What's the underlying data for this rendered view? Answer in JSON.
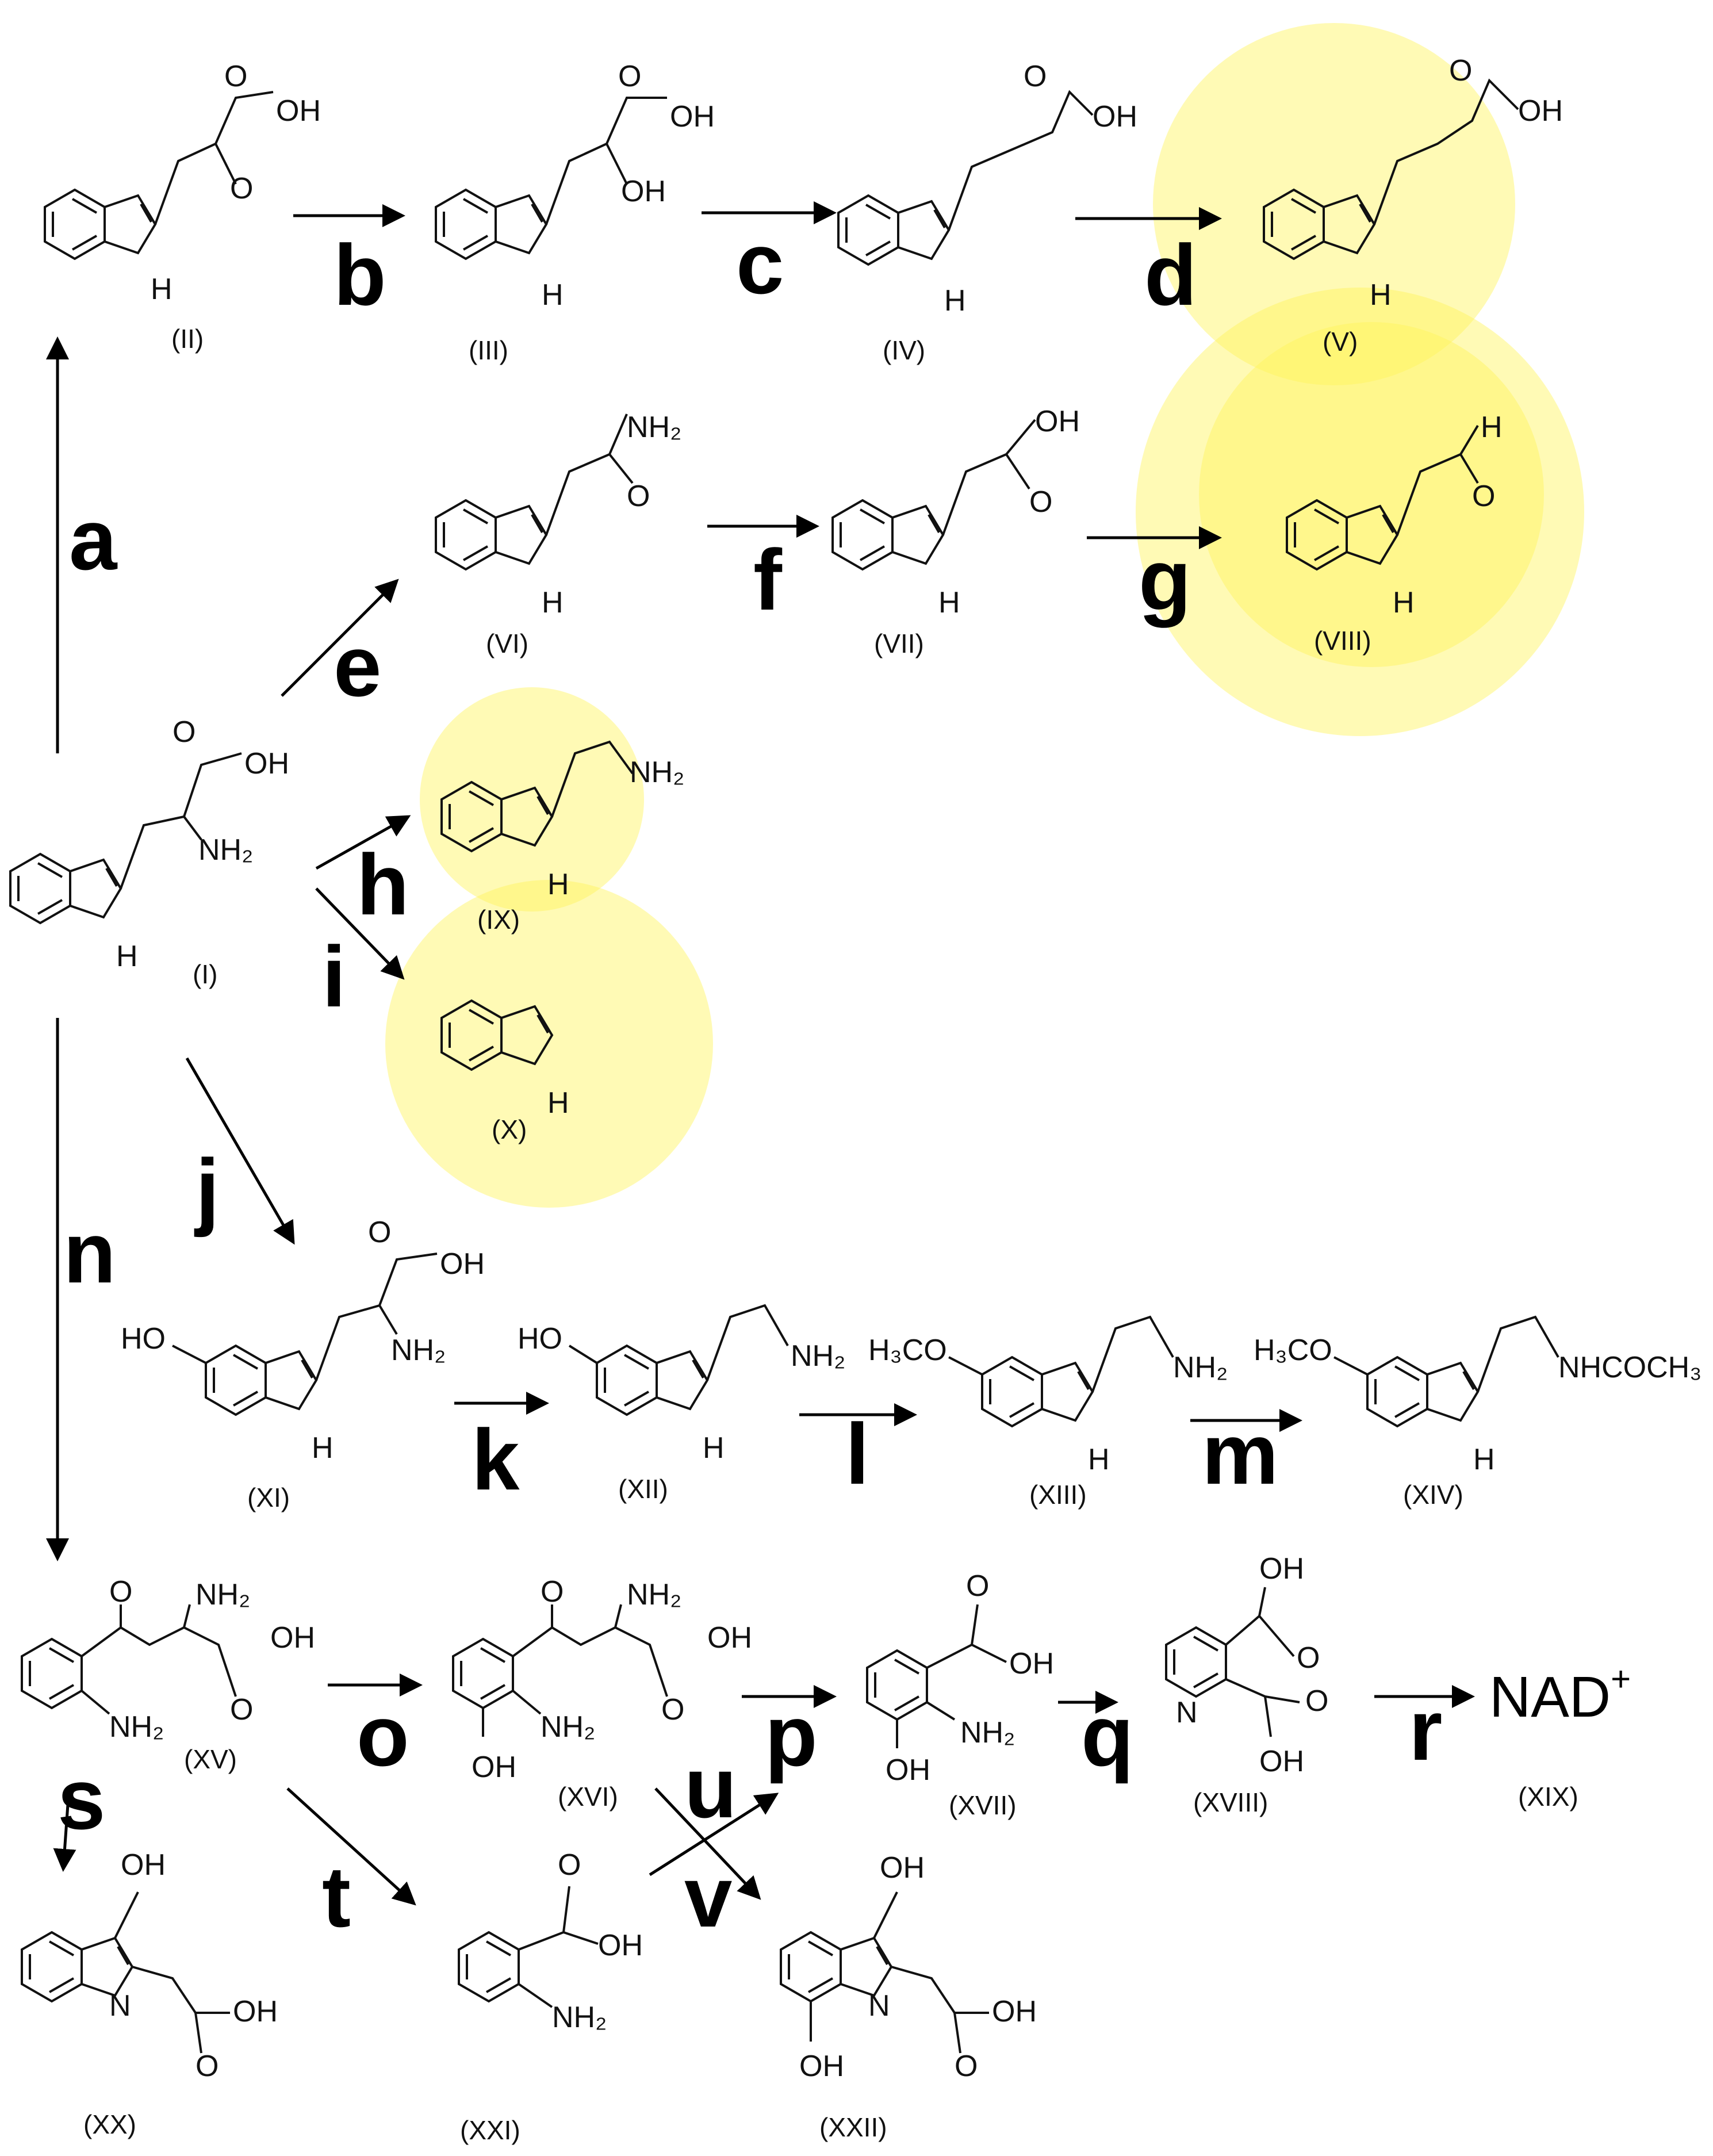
{
  "steps": [
    "a",
    "b",
    "c",
    "d",
    "e",
    "f",
    "g",
    "h",
    "i",
    "j",
    "k",
    "l",
    "m",
    "n",
    "o",
    "p",
    "q",
    "r",
    "s",
    "t",
    "u",
    "v"
  ],
  "compounds": [
    "(I)",
    "(II)",
    "(III)",
    "(IV)",
    "(V)",
    "(VI)",
    "(VII)",
    "(VIII)",
    "(IX)",
    "(X)",
    "(XI)",
    "(XII)",
    "(XIII)",
    "(XIV)",
    "(XV)",
    "(XVI)",
    "(XVII)",
    "(XVIII)",
    "(XIX)",
    "(XX)",
    "(XXI)",
    "(XXII)"
  ],
  "product_text": {
    "nad": "NAD",
    "charge": "+"
  },
  "atoms": {
    "OH": "OH",
    "O": "O",
    "NH": "N",
    "H": "H",
    "NH2": "NH₂",
    "N": "N",
    "HO": "HO",
    "H3CO": "H₃CO",
    "NHCOCH3": "NHCOCH₃"
  },
  "highlight_color": "#fff35a"
}
